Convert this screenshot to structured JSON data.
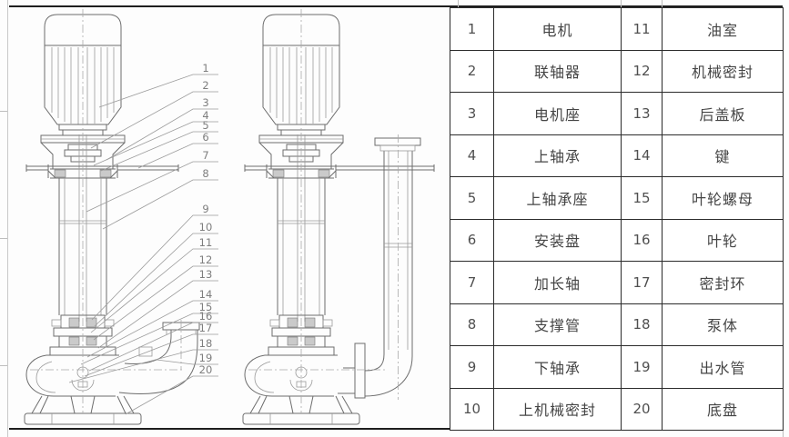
{
  "drawing": {
    "callouts": [
      "1",
      "2",
      "3",
      "4",
      "5",
      "6",
      "7",
      "8",
      "9",
      "10",
      "11",
      "12",
      "13",
      "14",
      "15",
      "16",
      "17",
      "18",
      "19",
      "20"
    ]
  },
  "parts_table": {
    "rows": [
      {
        "no1": "1",
        "name1": "电机",
        "no2": "11",
        "name2": "油室"
      },
      {
        "no1": "2",
        "name1": "联轴器",
        "no2": "12",
        "name2": "机械密封"
      },
      {
        "no1": "3",
        "name1": "电机座",
        "no2": "13",
        "name2": "后盖板"
      },
      {
        "no1": "4",
        "name1": "上轴承",
        "no2": "14",
        "name2": "键"
      },
      {
        "no1": "5",
        "name1": "上轴承座",
        "no2": "15",
        "name2": "叶轮螺母"
      },
      {
        "no1": "6",
        "name1": "安装盘",
        "no2": "16",
        "name2": "叶轮"
      },
      {
        "no1": "7",
        "name1": "加长轴",
        "no2": "17",
        "name2": "密封环"
      },
      {
        "no1": "8",
        "name1": "支撑管",
        "no2": "18",
        "name2": "泵体"
      },
      {
        "no1": "9",
        "name1": "下轴承",
        "no2": "19",
        "name2": "出水管"
      },
      {
        "no1": "10",
        "name1": "上机械密封",
        "no2": "20",
        "name2": "底盘"
      }
    ]
  }
}
